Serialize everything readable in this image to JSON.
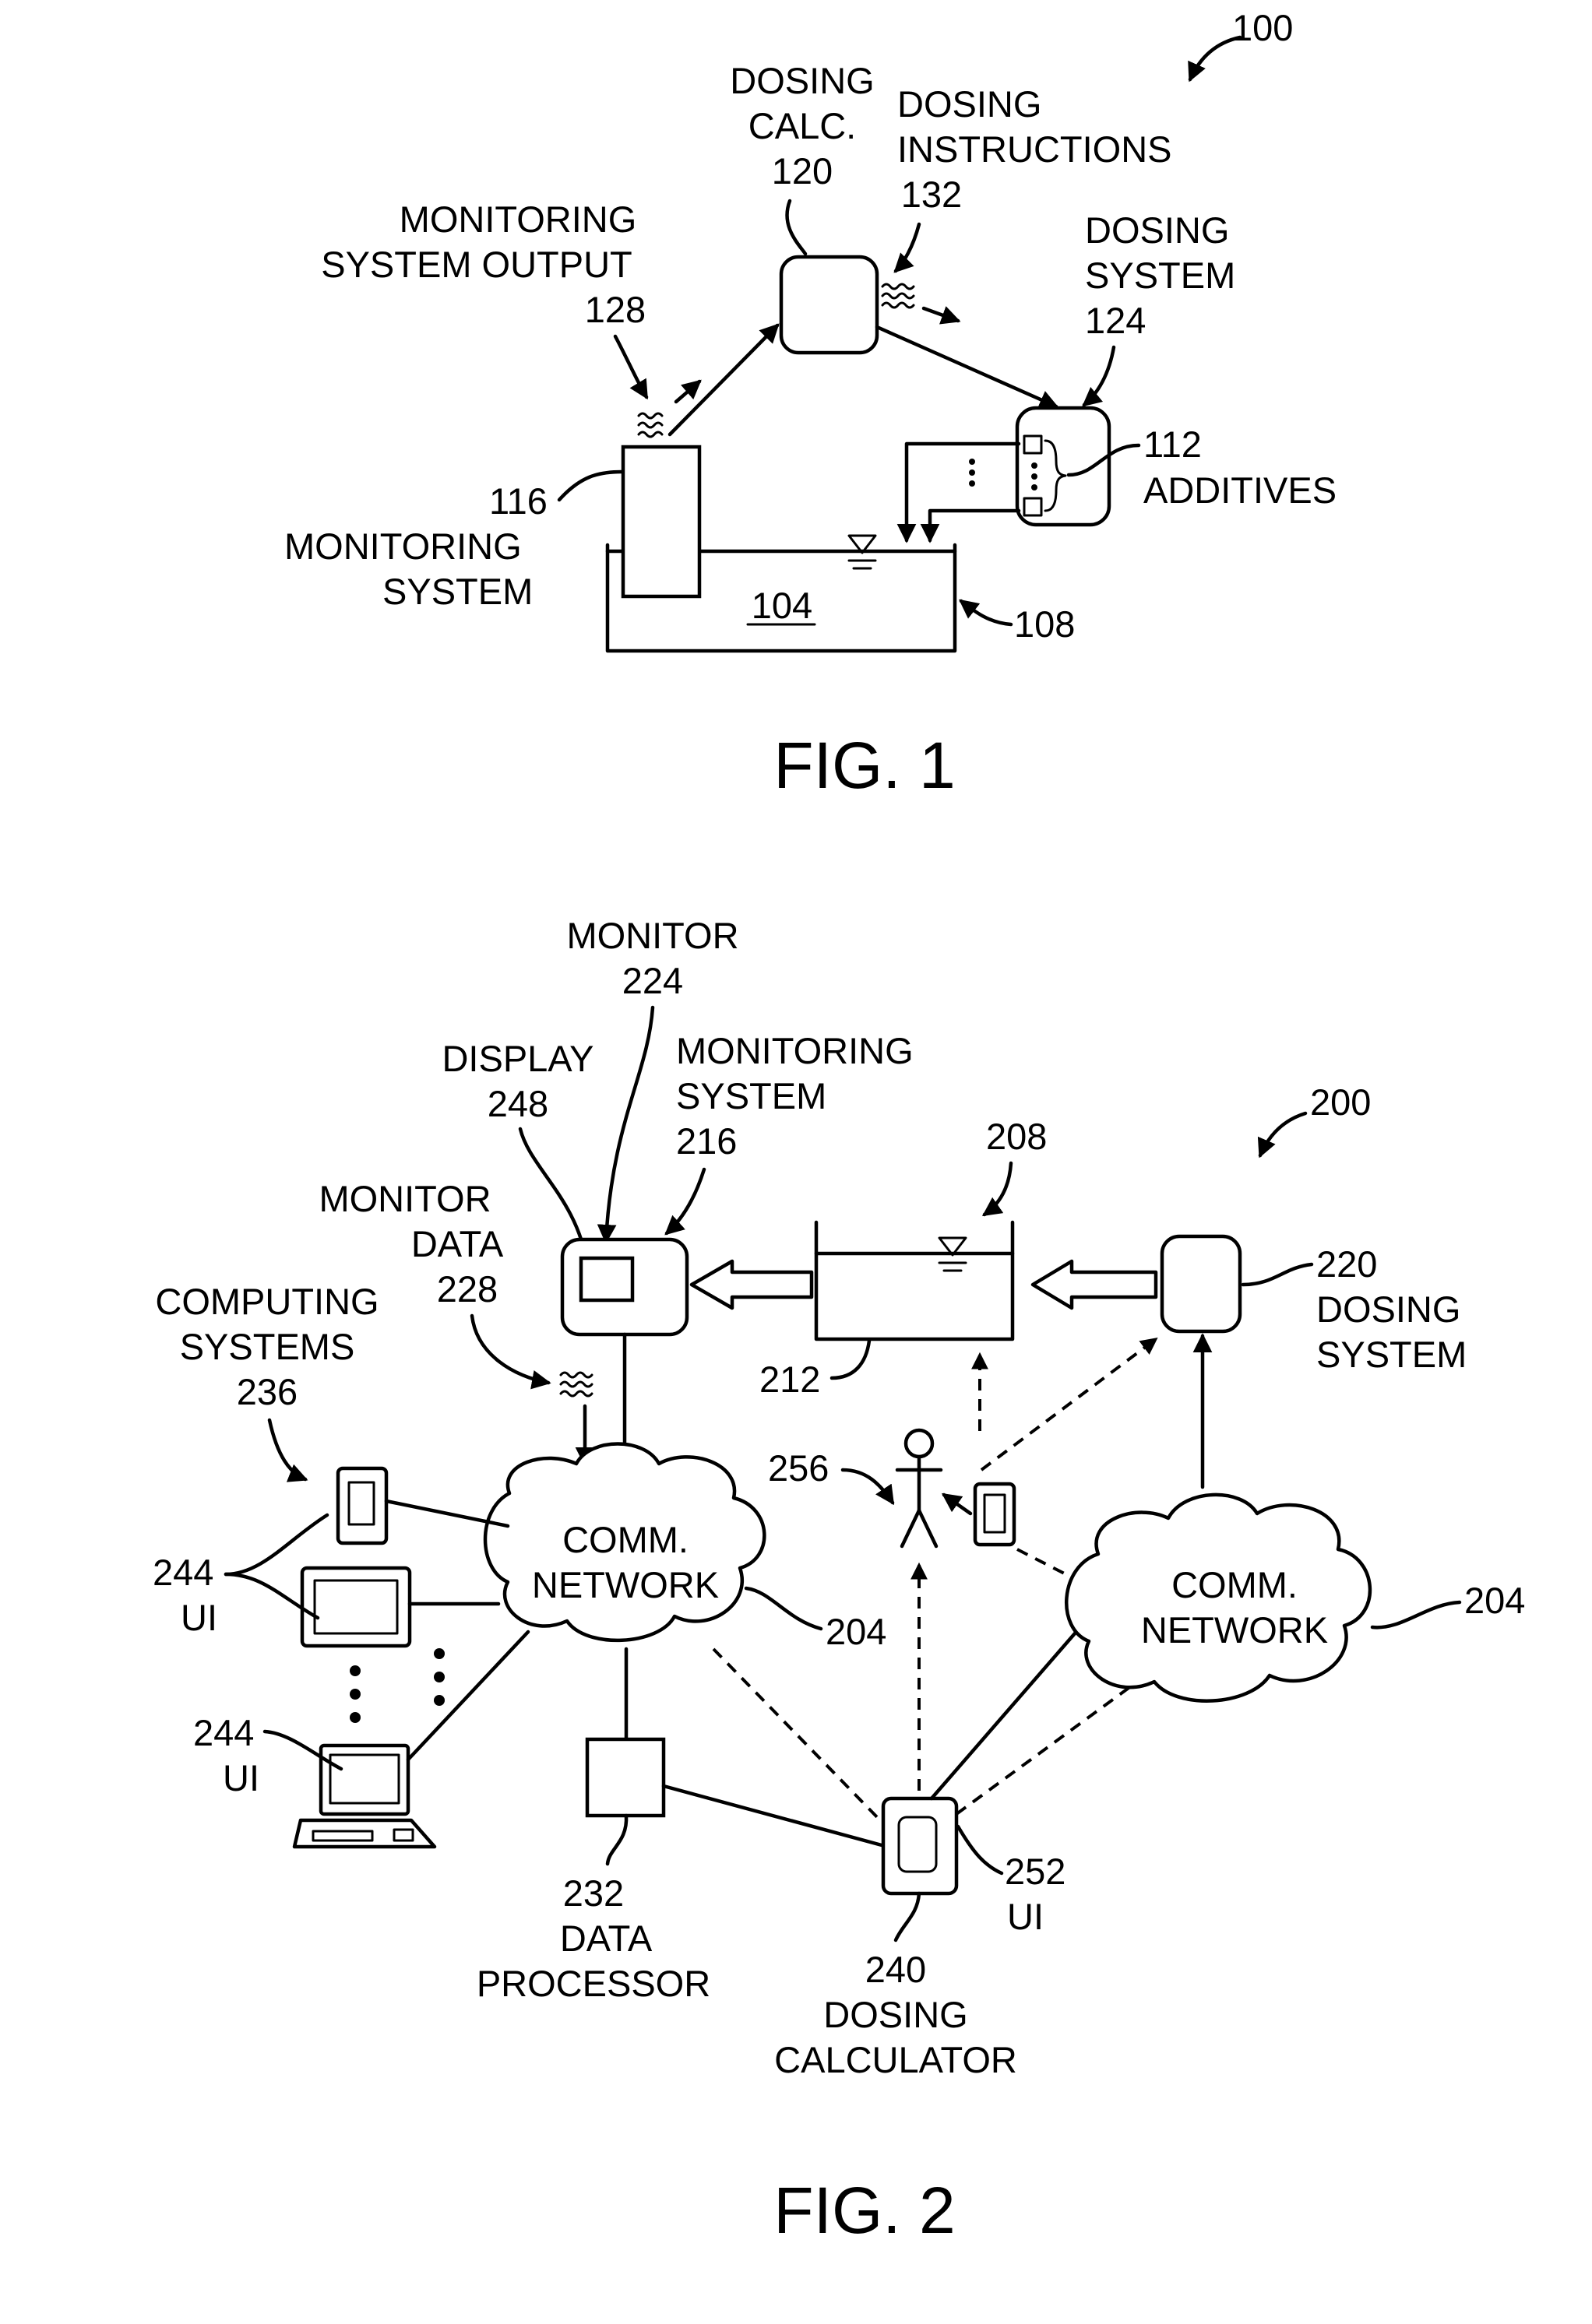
{
  "fig1": {
    "caption": "FIG. 1",
    "ref_system": "100",
    "calc_label": [
      "DOSING",
      "CALC.",
      "120"
    ],
    "instructions_label": [
      "DOSING",
      "INSTRUCTIONS",
      "132"
    ],
    "monitor_output_label": [
      "MONITORING",
      "SYSTEM OUTPUT",
      "128"
    ],
    "dosing_system_label": [
      "DOSING",
      "SYSTEM",
      "124"
    ],
    "additives_ref": "112",
    "additives_label": "ADDITIVES",
    "monitoring_ref": "116",
    "monitoring_label": [
      "MONITORING",
      "SYSTEM"
    ],
    "water_ref": "104",
    "tank_ref": "108"
  },
  "fig2": {
    "caption": "FIG. 2",
    "ref_system": "200",
    "monitor_label": [
      "MONITOR",
      "224"
    ],
    "display_label": [
      "DISPLAY",
      "248"
    ],
    "monitoring_system_label": [
      "MONITORING",
      "SYSTEM",
      "216"
    ],
    "monitor_data_label": [
      "MONITOR",
      "DATA",
      "228"
    ],
    "computing_label": [
      "COMPUTING",
      "SYSTEMS",
      "236"
    ],
    "tank_top_ref": "208",
    "tank_ref": "212",
    "dosing_system_ref": "220",
    "dosing_system_label": [
      "DOSING",
      "SYSTEM"
    ],
    "user_ref": "256",
    "network_label": [
      "COMM.",
      "NETWORK"
    ],
    "network_ref": "204",
    "ui_ref": "244",
    "ui_label": "UI",
    "data_processor_label": [
      "232",
      "DATA",
      "PROCESSOR"
    ],
    "ui252_ref": "252",
    "dosing_calc_label": [
      "240",
      "DOSING",
      "CALCULATOR"
    ]
  }
}
